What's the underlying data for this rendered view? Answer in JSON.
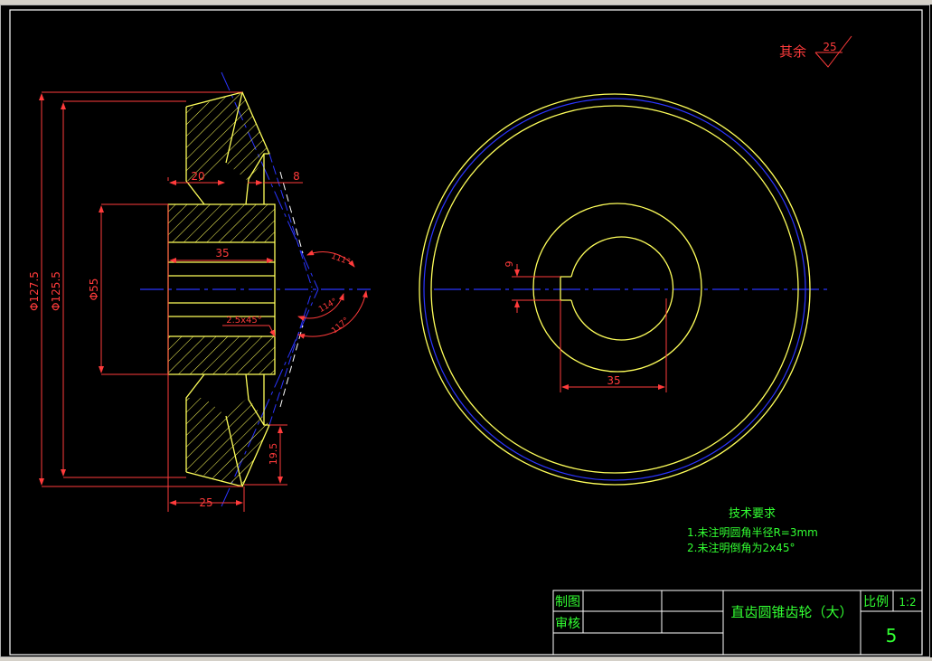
{
  "roughness": {
    "label": "其余",
    "value": "25"
  },
  "dims": {
    "d1": "Φ127.5",
    "d2": "Φ125.5",
    "d3": "Φ55",
    "w20": "20",
    "w8": "8",
    "w35": "35",
    "w25": "25",
    "h19_5": "19.5",
    "chamfer": "2.5x45°",
    "a111": "111°",
    "a114": "114°",
    "a117": "117°",
    "key9": "9",
    "bore35": "35"
  },
  "notes": {
    "title": "技术要求",
    "line1": "1.未注明圆角半径R=3mm",
    "line2": "2.未注明倒角为2x45°"
  },
  "titleblock": {
    "drawn": "制图",
    "checked": "审核",
    "part_name": "直齿圆锥齿轮（大）",
    "scale_label": "比例",
    "scale_value": "1:2",
    "sheet_no": "5"
  },
  "colors": {
    "outline": "#ffff5a",
    "dimension": "#ff3b3b",
    "center": "#2b35ff",
    "text": "#32ff32",
    "frame": "#ffffff"
  }
}
